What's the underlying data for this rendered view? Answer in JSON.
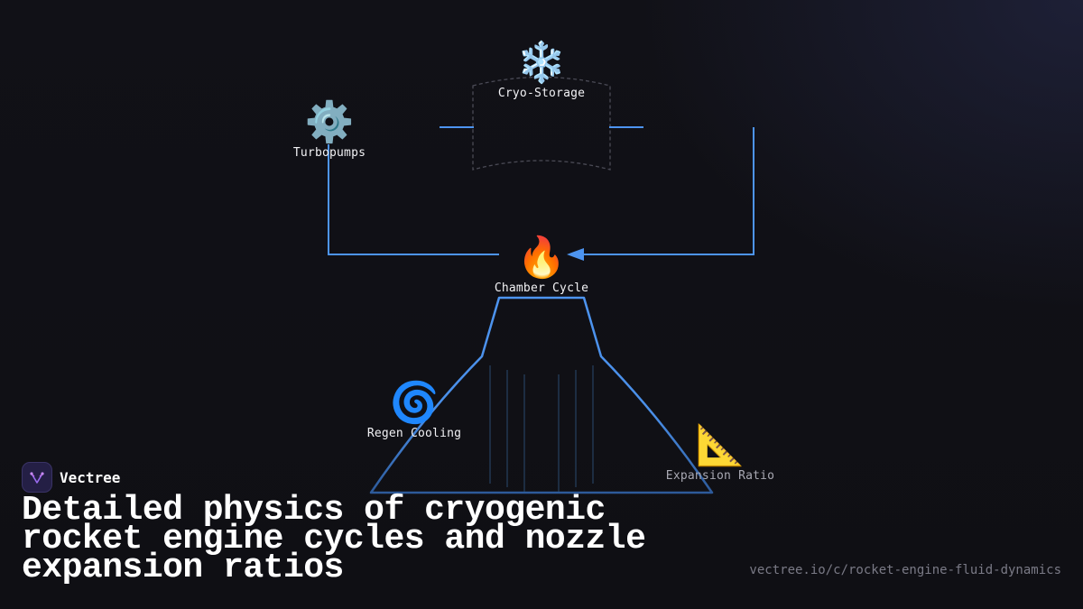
{
  "diagram": {
    "nodes": {
      "turbopumps": {
        "icon": "gear-icon",
        "emoji": "⚙️",
        "label": "Turbopumps"
      },
      "cryo_storage": {
        "icon": "snowflake-icon",
        "emoji": "❄️",
        "label": "Cryo-Storage"
      },
      "chamber_cycle": {
        "icon": "fire-icon",
        "emoji": "🔥",
        "label": "Chamber Cycle"
      },
      "regen_cooling": {
        "icon": "cyclone-icon",
        "emoji": "🌀",
        "label": "Regen Cooling"
      },
      "expansion_ratio": {
        "icon": "triangular-ruler-icon",
        "emoji": "📐",
        "label": "Expansion Ratio"
      }
    },
    "colors": {
      "connector": "#4d94f0",
      "dashed_outline": "#4a4a55",
      "flow_lines": "#2a4a6e"
    }
  },
  "brand": {
    "name": "Vectree",
    "logo": "vectree-logo-icon"
  },
  "title": "Detailed physics of cryogenic rocket engine cycles and nozzle expansion ratios",
  "url": "vectree.io/c/rocket-engine-fluid-dynamics"
}
